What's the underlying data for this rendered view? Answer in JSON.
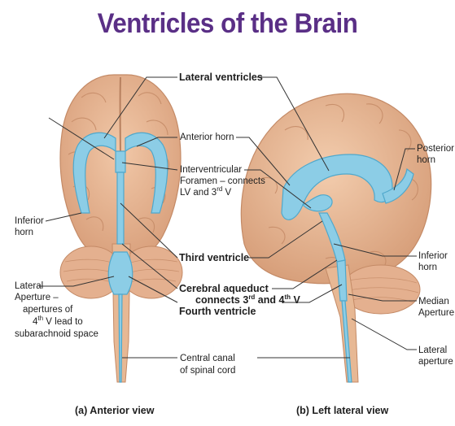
{
  "title": "Ventricles of the Brain",
  "labels": {
    "lateral_ventricles": "Lateral ventricles",
    "anterior_horn": "Anterior horn",
    "interventricular_line1": "Interventricular",
    "interventricular_line2": "Foramen – connects",
    "interventricular_line3_pre": "LV and 3",
    "interventricular_line3_sup": "rd",
    "interventricular_line3_post": " V",
    "inferior_horn_left_line1": "Inferior",
    "inferior_horn_left_line2": "horn",
    "third_ventricle": "Third ventricle",
    "cerebral_aqueduct": "Cerebral aqueduct",
    "connects_pre": "connects 3",
    "connects_sup1": "rd",
    "connects_mid": " and 4",
    "connects_sup2": "th",
    "connects_post": " V",
    "fourth_ventricle": "Fourth ventricle",
    "lateral_aperture_left_line1": "Lateral",
    "lateral_aperture_left_line2": "Aperture –",
    "lateral_aperture_left_line3": "apertures of",
    "lateral_aperture_left_line4_pre": "4",
    "lateral_aperture_left_line4_sup": "th",
    "lateral_aperture_left_line4_post": " V lead to",
    "lateral_aperture_left_line5": "subarachnoid space",
    "central_canal_line1": "Central canal",
    "central_canal_line2": "of spinal cord",
    "posterior_horn_line1": "Posterior",
    "posterior_horn_line2": "horn",
    "inferior_horn_right_line1": "Inferior",
    "inferior_horn_right_line2": "horn",
    "median_aperture_line1": "Median",
    "median_aperture_line2": "Aperture",
    "lateral_aperture_right_line1": "Lateral",
    "lateral_aperture_right_line2": "aperture"
  },
  "captions": {
    "anterior": "(a) Anterior view",
    "lateral": "(b) Left lateral view"
  },
  "colors": {
    "title": "#5a2f86",
    "brain": "#e9b896",
    "brain_shadow": "#c98f6c",
    "ventricle": "#8ccde6",
    "ventricle_dark": "#4fa8cc",
    "leader": "#333333"
  }
}
